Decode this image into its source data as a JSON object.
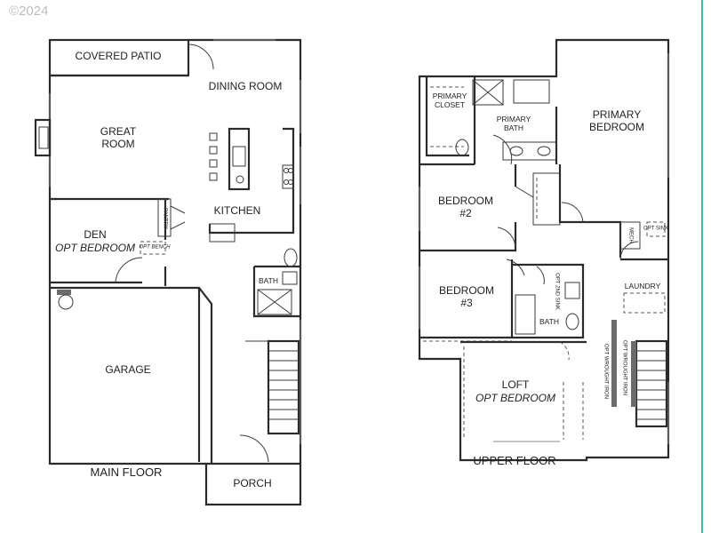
{
  "copyright": "©2024",
  "accent_color": "#4fb3a2",
  "main_floor": {
    "title": "MAIN FLOOR",
    "rooms": {
      "covered_patio": "COVERED PATIO",
      "dining_room": "DINING ROOM",
      "great_room_1": "GREAT",
      "great_room_2": "ROOM",
      "kitchen": "KITCHEN",
      "pantry": "PANTRY",
      "den": "DEN",
      "opt_bedroom": "OPT BEDROOM",
      "opt_bench": "OPT BENCH",
      "bath": "BATH",
      "garage": "GARAGE",
      "porch": "PORCH"
    }
  },
  "upper_floor": {
    "title": "UPPER FLOOR",
    "rooms": {
      "primary_closet_1": "PRIMARY",
      "primary_closet_2": "CLOSET",
      "primary_bath_1": "PRIMARY",
      "primary_bath_2": "BATH",
      "primary_bedroom_1": "PRIMARY",
      "primary_bedroom_2": "BEDROOM",
      "bedroom2_1": "BEDROOM",
      "bedroom2_2": "#2",
      "bedroom3_1": "BEDROOM",
      "bedroom3_2": "#3",
      "mech": "MECH",
      "opt_sink": "OPT SINK",
      "laundry": "LAUNDRY",
      "bath": "BATH",
      "opt_2nd_sink": "OPT 2ND SINK",
      "loft": "LOFT",
      "opt_bedroom": "OPT BEDROOM",
      "opt_wrought_1": "OPT WROUGHT IRON",
      "opt_wrought_2": "OPT WROUGHT IRON"
    }
  }
}
